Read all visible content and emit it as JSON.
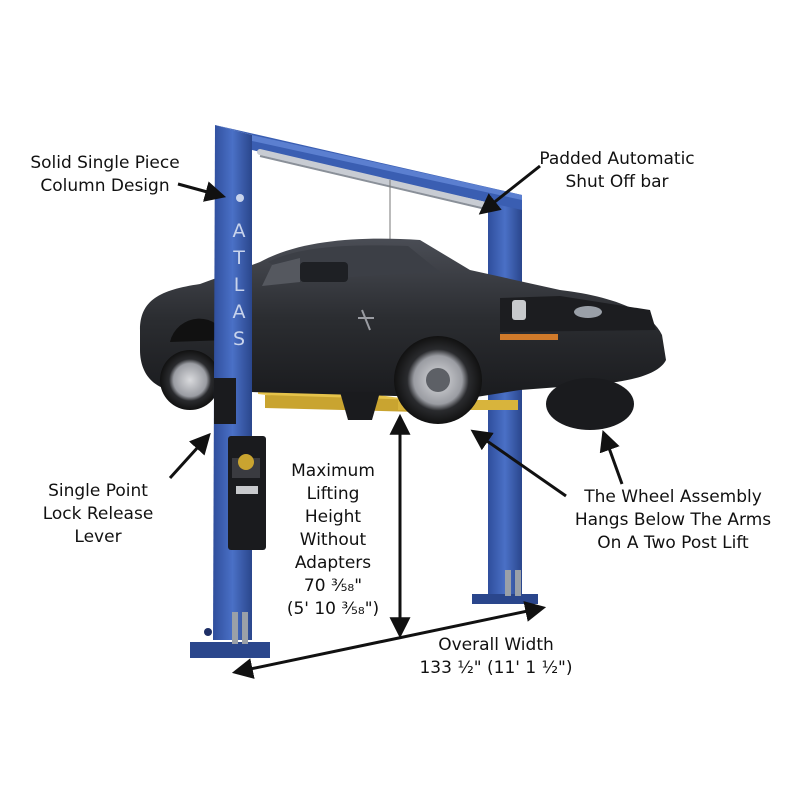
{
  "image": {
    "brand_text": [
      "A",
      "T",
      "L",
      "A",
      "S"
    ]
  },
  "callouts": {
    "column_design": [
      "Solid Single Piece",
      "Column Design"
    ],
    "shut_off_bar": [
      "Padded Automatic",
      "Shut Off bar"
    ],
    "lock_release": [
      "Single Point",
      "Lock Release",
      "Lever"
    ],
    "max_height": [
      "Maximum",
      "Lifting",
      "Height",
      "Without",
      "Adapters",
      "70 ⅗₈\"",
      "(5' 10 ⅗₈\")"
    ],
    "wheel_assembly": [
      "The Wheel Assembly",
      "Hangs Below The Arms",
      "On A Two Post Lift"
    ],
    "overall_width": [
      "Overall Width",
      "133 ½\" (11' 1 ½\")"
    ]
  },
  "colors": {
    "post_blue": "#3f63b8",
    "post_dark": "#2a468c",
    "arm_yellow": "#e6c34a",
    "car_body": "#2b2d31",
    "arrow": "#111111"
  }
}
